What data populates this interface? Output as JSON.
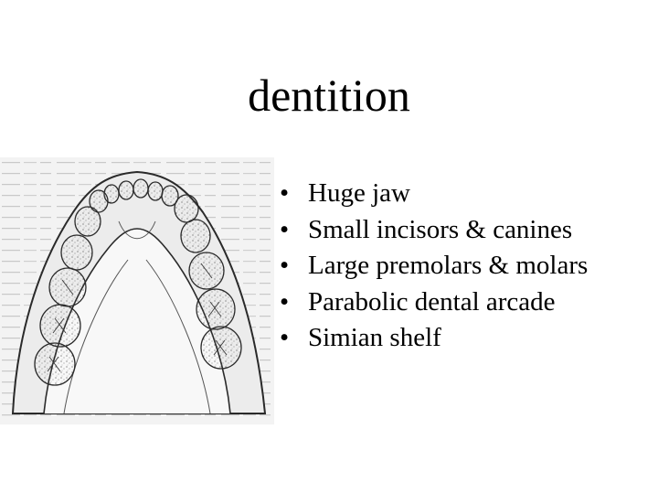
{
  "slide": {
    "title": "dentition",
    "bullets": [
      "Huge jaw",
      "Small incisors & canines",
      "Large premolars & molars",
      "Parabolic dental arcade",
      "Simian shelf"
    ]
  },
  "figure": {
    "icon": "mandible-dentition-illustration",
    "colors": {
      "ink": "#2a2a2a",
      "paper": "#ececec"
    }
  }
}
